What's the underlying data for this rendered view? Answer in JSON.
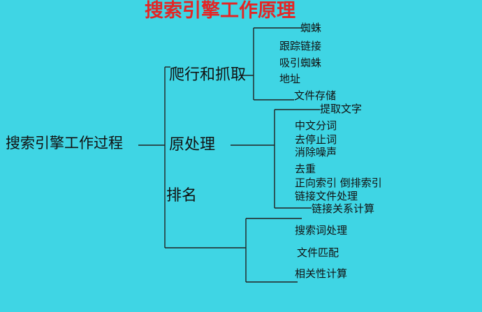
{
  "title": "搜索引擎工作原理",
  "root": "搜索引擎工作过程",
  "branches": [
    {
      "label": "爬行和抓取",
      "items": [
        "蜘蛛",
        "跟踪链接",
        "吸引蜘蛛",
        "地址",
        "文件存储"
      ]
    },
    {
      "label": "原处理",
      "items": [
        "提取文字",
        "中文分词",
        "去停止词",
        "消除噪声",
        "去重",
        "正向索引 倒排索引",
        "链接文件处理",
        "链接关系计算"
      ]
    },
    {
      "label": "排名",
      "items": [
        "搜索词处理",
        "文件匹配",
        "相关性计算"
      ]
    }
  ],
  "colors": {
    "background": "#3fd5e4",
    "title": "#e32626",
    "text": "#111111",
    "lines": "#222222"
  }
}
